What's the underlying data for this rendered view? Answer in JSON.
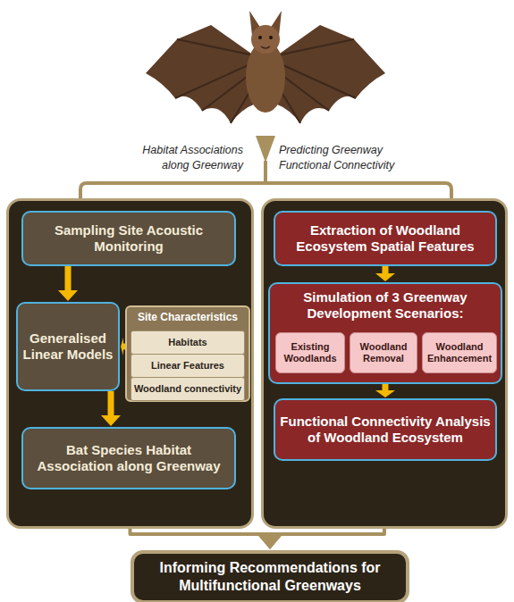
{
  "diagram": {
    "nodes": [
      {
        "text": [
          "Habitat Associations along Greenway"
        ]
      },
      {
        "text": [
          "Sampling Site Acoustic Monitoring"
        ],
        "in": 0
      },
      {
        "text": [
          "Generalised Linear Models"
        ],
        "in": 0
      },
      {
        "text": [
          "Site Characteristics"
        ],
        "in": 0
      },
      {
        "text": [
          "Habitats"
        ],
        "in": 3
      },
      {
        "text": [
          "Linear Features"
        ],
        "in": 3
      },
      {
        "text": [
          "Woodland connectivity"
        ],
        "in": 3
      },
      {
        "text": [
          "Bat Species Habitat Association along Greenway"
        ],
        "in": 0
      },
      {
        "text": [
          "Predicting Greenway Functional Connectivity"
        ]
      },
      {
        "text": [
          "Extraction of Woodland Ecosystem Spatial Features"
        ],
        "in": 8
      },
      {
        "text": [
          "Simulation of 3 Greenway Development Scenarios:"
        ],
        "in": 8
      },
      {
        "text": [
          "Existing Woodlands"
        ],
        "in": 10
      },
      {
        "text": [
          "Woodland Removal"
        ],
        "in": 10
      },
      {
        "text": [
          "Woodland Enhancement"
        ],
        "in": 10
      },
      {
        "text": [
          "Functional Connectivity Analysis of Woodland Ecosystem"
        ],
        "in": 8
      },
      {
        "text": [
          "Informing Recommendations for Multifunctional Greenways"
        ]
      }
    ],
    "edges": [
      {
        "from": 1,
        "to": 2,
        "arrow": "to"
      },
      {
        "from": 3,
        "to": 2,
        "arrow": "to"
      },
      {
        "from": 2,
        "to": 7,
        "arrow": "to"
      },
      {
        "from": 9,
        "to": 10,
        "arrow": "to"
      },
      {
        "from": 10,
        "to": 14,
        "arrow": "to"
      },
      {
        "from": 0,
        "to": 15,
        "arrow": "to"
      },
      {
        "from": 8,
        "to": 15,
        "arrow": "to"
      }
    ]
  }
}
